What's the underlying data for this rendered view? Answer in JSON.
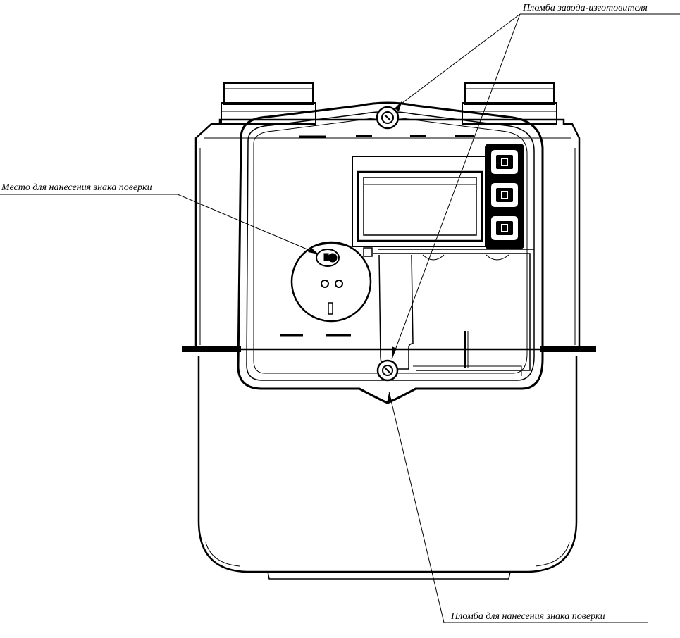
{
  "labels": {
    "manufacturer_seal": "Пломба завода-изготовителя",
    "verification_mark_place": "Место для нанесения знака поверки",
    "verification_seal": "Пломба для нанесения знака поверки"
  },
  "colors": {
    "ink": "#000000",
    "background": "#ffffff"
  }
}
